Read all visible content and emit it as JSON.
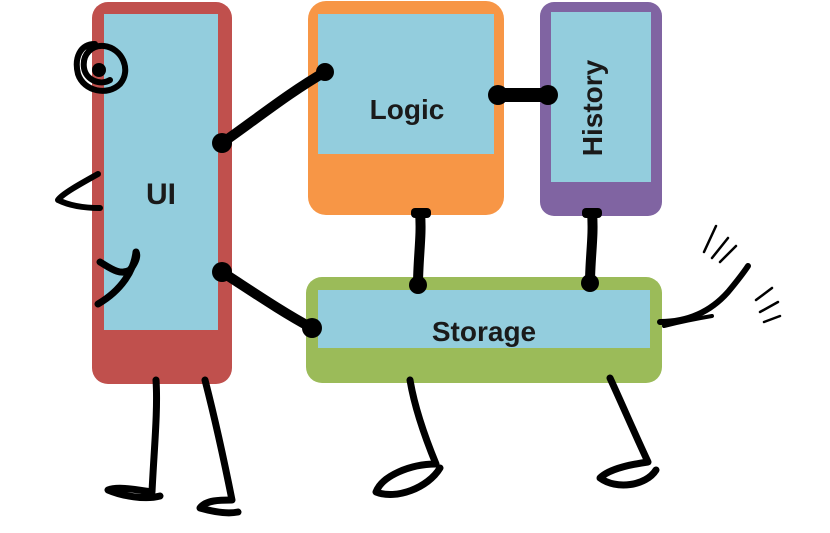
{
  "components": {
    "ui": {
      "label": "UI",
      "border_color": "#c0504d",
      "fill_color": "#93cddd"
    },
    "logic": {
      "label": "Logic",
      "border_color": "#f79646",
      "fill_color": "#93cddd"
    },
    "history": {
      "label": "History",
      "border_color": "#8064a2",
      "fill_color": "#93cddd"
    },
    "storage": {
      "label": "Storage",
      "border_color": "#9bbb59",
      "fill_color": "#93cddd"
    }
  },
  "connections": [
    {
      "from": "UI",
      "to": "Logic"
    },
    {
      "from": "UI",
      "to": "Storage"
    },
    {
      "from": "Logic",
      "to": "History"
    },
    {
      "from": "Logic",
      "to": "Storage"
    },
    {
      "from": "History",
      "to": "Storage"
    }
  ],
  "ink_color": "#000000"
}
